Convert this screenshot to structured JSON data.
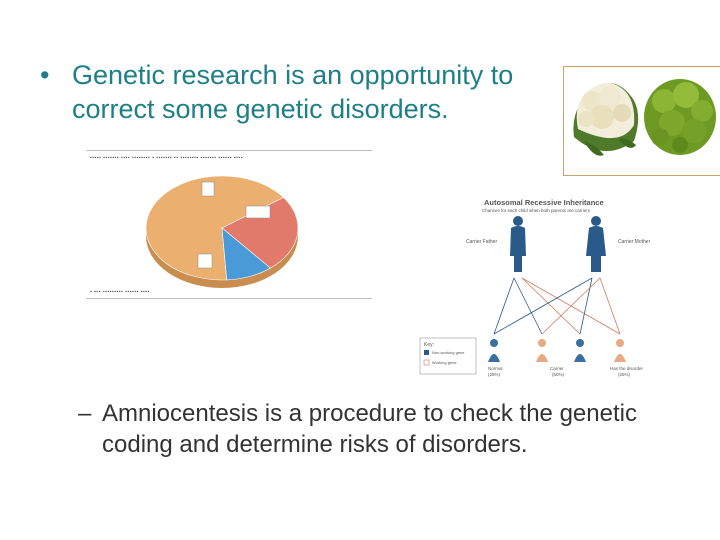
{
  "slide": {
    "main_bullet": {
      "marker": "•",
      "text": "Genetic research is an opportunity to correct some genetic disorders."
    },
    "sub_bullet": {
      "marker": "–",
      "text": "Amniocentesis is a procedure to check the genetic coding and determine risks of disorders."
    }
  },
  "pie_figure": {
    "chart_data": {
      "type": "pie",
      "title": "",
      "slices": [
        {
          "label": "",
          "value": 66,
          "color": "#ebb06f"
        },
        {
          "label": "",
          "value": 24,
          "color": "#e27a6c"
        },
        {
          "label": "",
          "value": 10,
          "color": "#4a9ad8"
        }
      ]
    }
  },
  "inheritance_figure": {
    "title": "Autosomal Recessive Inheritance",
    "subtitle": "Chances for each child when both parents are carriers",
    "father_label": "Carrier Father",
    "mother_label": "Carrier Mother",
    "key_title": "Key:",
    "key_items": [
      "Non-working gene",
      "Working gene"
    ],
    "children": [
      {
        "label": "Normal",
        "pct": "(25%)"
      },
      {
        "label": "Carrier",
        "pct": "(50%)"
      },
      {
        "label": "Has the disorder",
        "pct": "(25%)"
      }
    ]
  }
}
